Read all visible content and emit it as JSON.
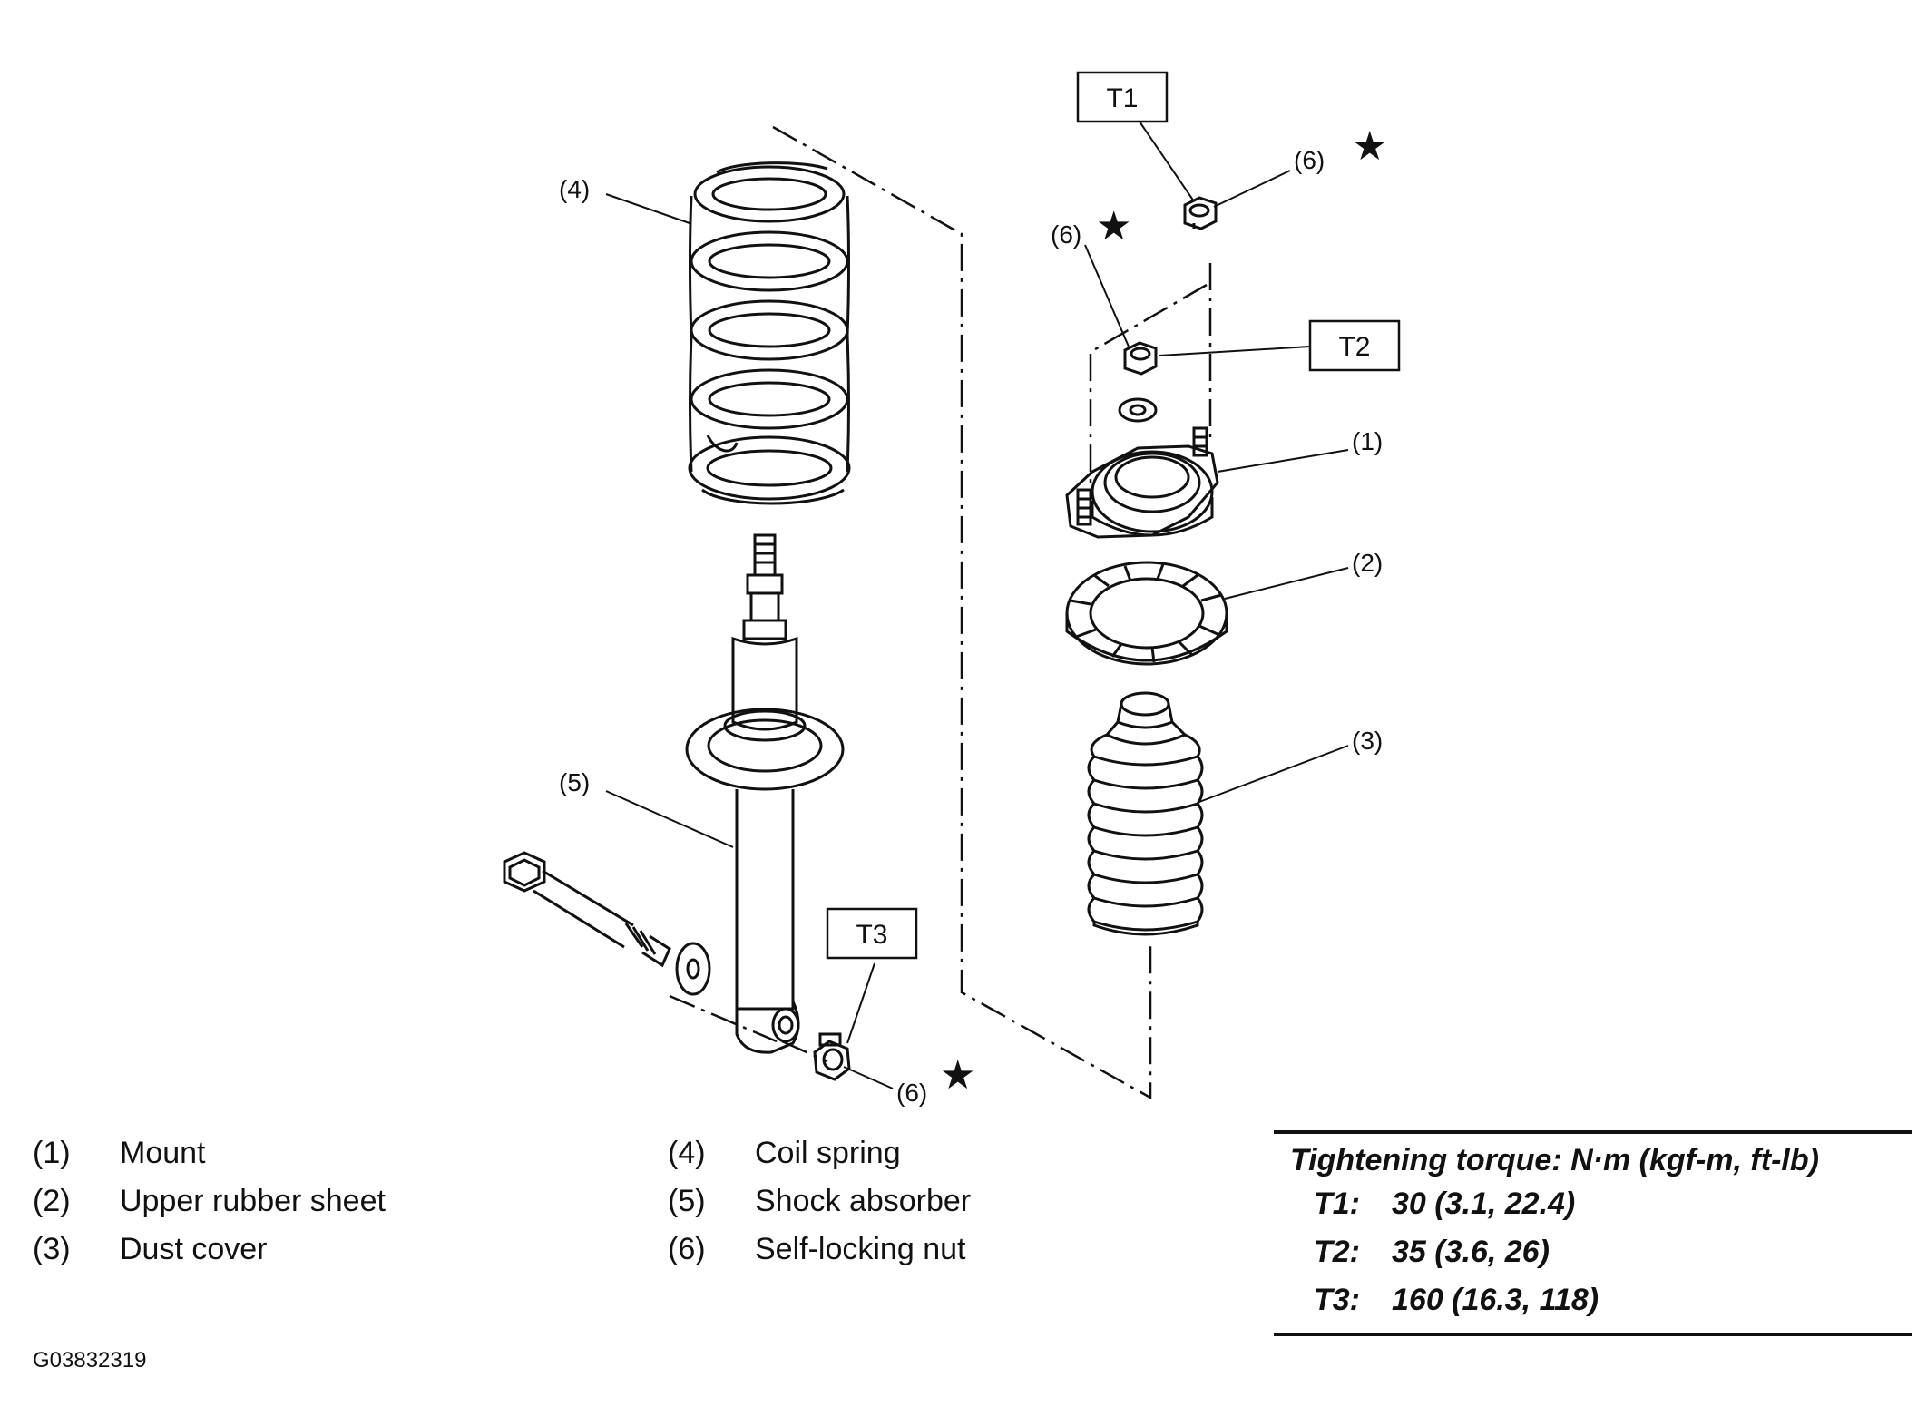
{
  "callouts": {
    "mount": "(1)",
    "upper_rubber_sheet": "(2)",
    "dust_cover": "(3)",
    "coil_spring": "(4)",
    "shock_absorber": "(5)",
    "nut_top": "(6)",
    "nut_mid": "(6)",
    "nut_bottom": "(6)"
  },
  "torque_boxes": {
    "t1": "T1",
    "t2": "T2",
    "t3": "T3"
  },
  "legend": {
    "left": [
      {
        "num": "(1)",
        "label": "Mount"
      },
      {
        "num": "(2)",
        "label": "Upper rubber sheet"
      },
      {
        "num": "(3)",
        "label": "Dust cover"
      }
    ],
    "middle": [
      {
        "num": "(4)",
        "label": "Coil spring"
      },
      {
        "num": "(5)",
        "label": "Shock absorber"
      },
      {
        "num": "(6)",
        "label": "Self-locking nut"
      }
    ]
  },
  "torque": {
    "title": "Tightening torque: N·m (kgf-m, ft-lb)",
    "rows": [
      {
        "id": "T1:",
        "value": "30 (3.1, 22.4)"
      },
      {
        "id": "T2:",
        "value": "35 (3.6, 26)"
      },
      {
        "id": "T3:",
        "value": "160 (16.3, 118)"
      }
    ]
  },
  "figure_id": "G03832319",
  "symbols": {
    "star": "★"
  }
}
